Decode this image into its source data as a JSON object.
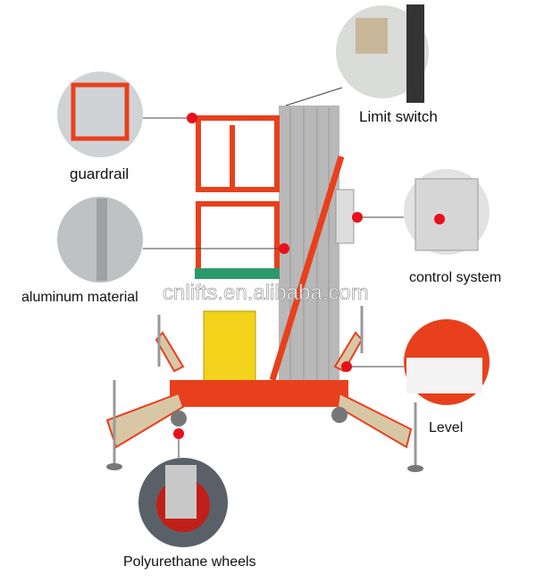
{
  "labels": {
    "limit_switch": "Limit switch",
    "guardrail": "guardrail",
    "control_system": "control system",
    "aluminum_material": "aluminum  material",
    "level": "Level",
    "wheels": "Polyurethane wheels"
  },
  "watermark": "cnlifts.en.alibaba.com",
  "colors": {
    "accent": "#e8401c",
    "marker": "#e8101c",
    "mast": "#b8b8b8",
    "box": "#f2d21a"
  }
}
